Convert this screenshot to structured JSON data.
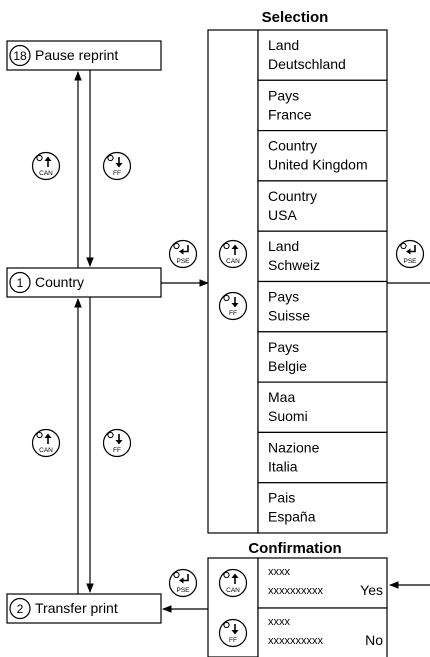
{
  "headings": {
    "selection": "Selection",
    "confirmation": "Confirmation"
  },
  "menu": {
    "pause": {
      "number": "18",
      "label": "Pause reprint"
    },
    "country": {
      "number": "1",
      "label": "Country"
    },
    "transfer": {
      "number": "2",
      "label": "Transfer print"
    }
  },
  "keys": {
    "can": "CAN",
    "ff": "FF",
    "pse": "PSE"
  },
  "selection_items": [
    {
      "line1": "Land",
      "line2": "Deutschland"
    },
    {
      "line1": "Pays",
      "line2": "France"
    },
    {
      "line1": "Country",
      "line2": "United Kingdom"
    },
    {
      "line1": "Country",
      "line2": "USA"
    },
    {
      "line1": "Land",
      "line2": "Schweiz"
    },
    {
      "line1": "Pays",
      "line2": "Suisse"
    },
    {
      "line1": "Pays",
      "line2": "Belgie"
    },
    {
      "line1": "Maa",
      "line2": "Suomi"
    },
    {
      "line1": "Nazione",
      "line2": "Italia"
    },
    {
      "line1": "Pais",
      "line2": "España"
    }
  ],
  "confirmation_items": [
    {
      "line1": "xxxx",
      "line2": "xxxxxxxxxx",
      "answer": "Yes"
    },
    {
      "line1": "xxxx",
      "line2": "xxxxxxxxxx",
      "answer": "No"
    }
  ]
}
